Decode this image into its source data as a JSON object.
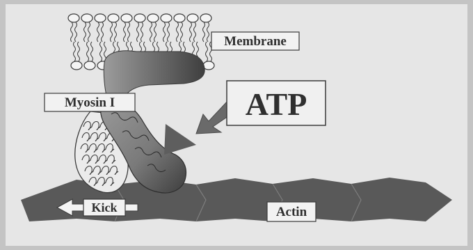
{
  "labels": {
    "membrane": "Membrane",
    "myosin": "Myosin I",
    "atp": "ATP",
    "kick": "Kick",
    "actin": "Actin"
  },
  "colors": {
    "frame_background": "#c4c4c4",
    "panel_background": "#e6e6e6",
    "actin_fill": "#595959",
    "lipid_head_fill": "#f4f4f4",
    "lipid_outline": "#3a3a3a",
    "motor_dark": "#4a4a4a",
    "motor_mid": "#8a8a8a",
    "label_box_fill": "#f2f2f2",
    "arrow_fill": "#6a6a6a",
    "text": "#2f2f2f"
  }
}
